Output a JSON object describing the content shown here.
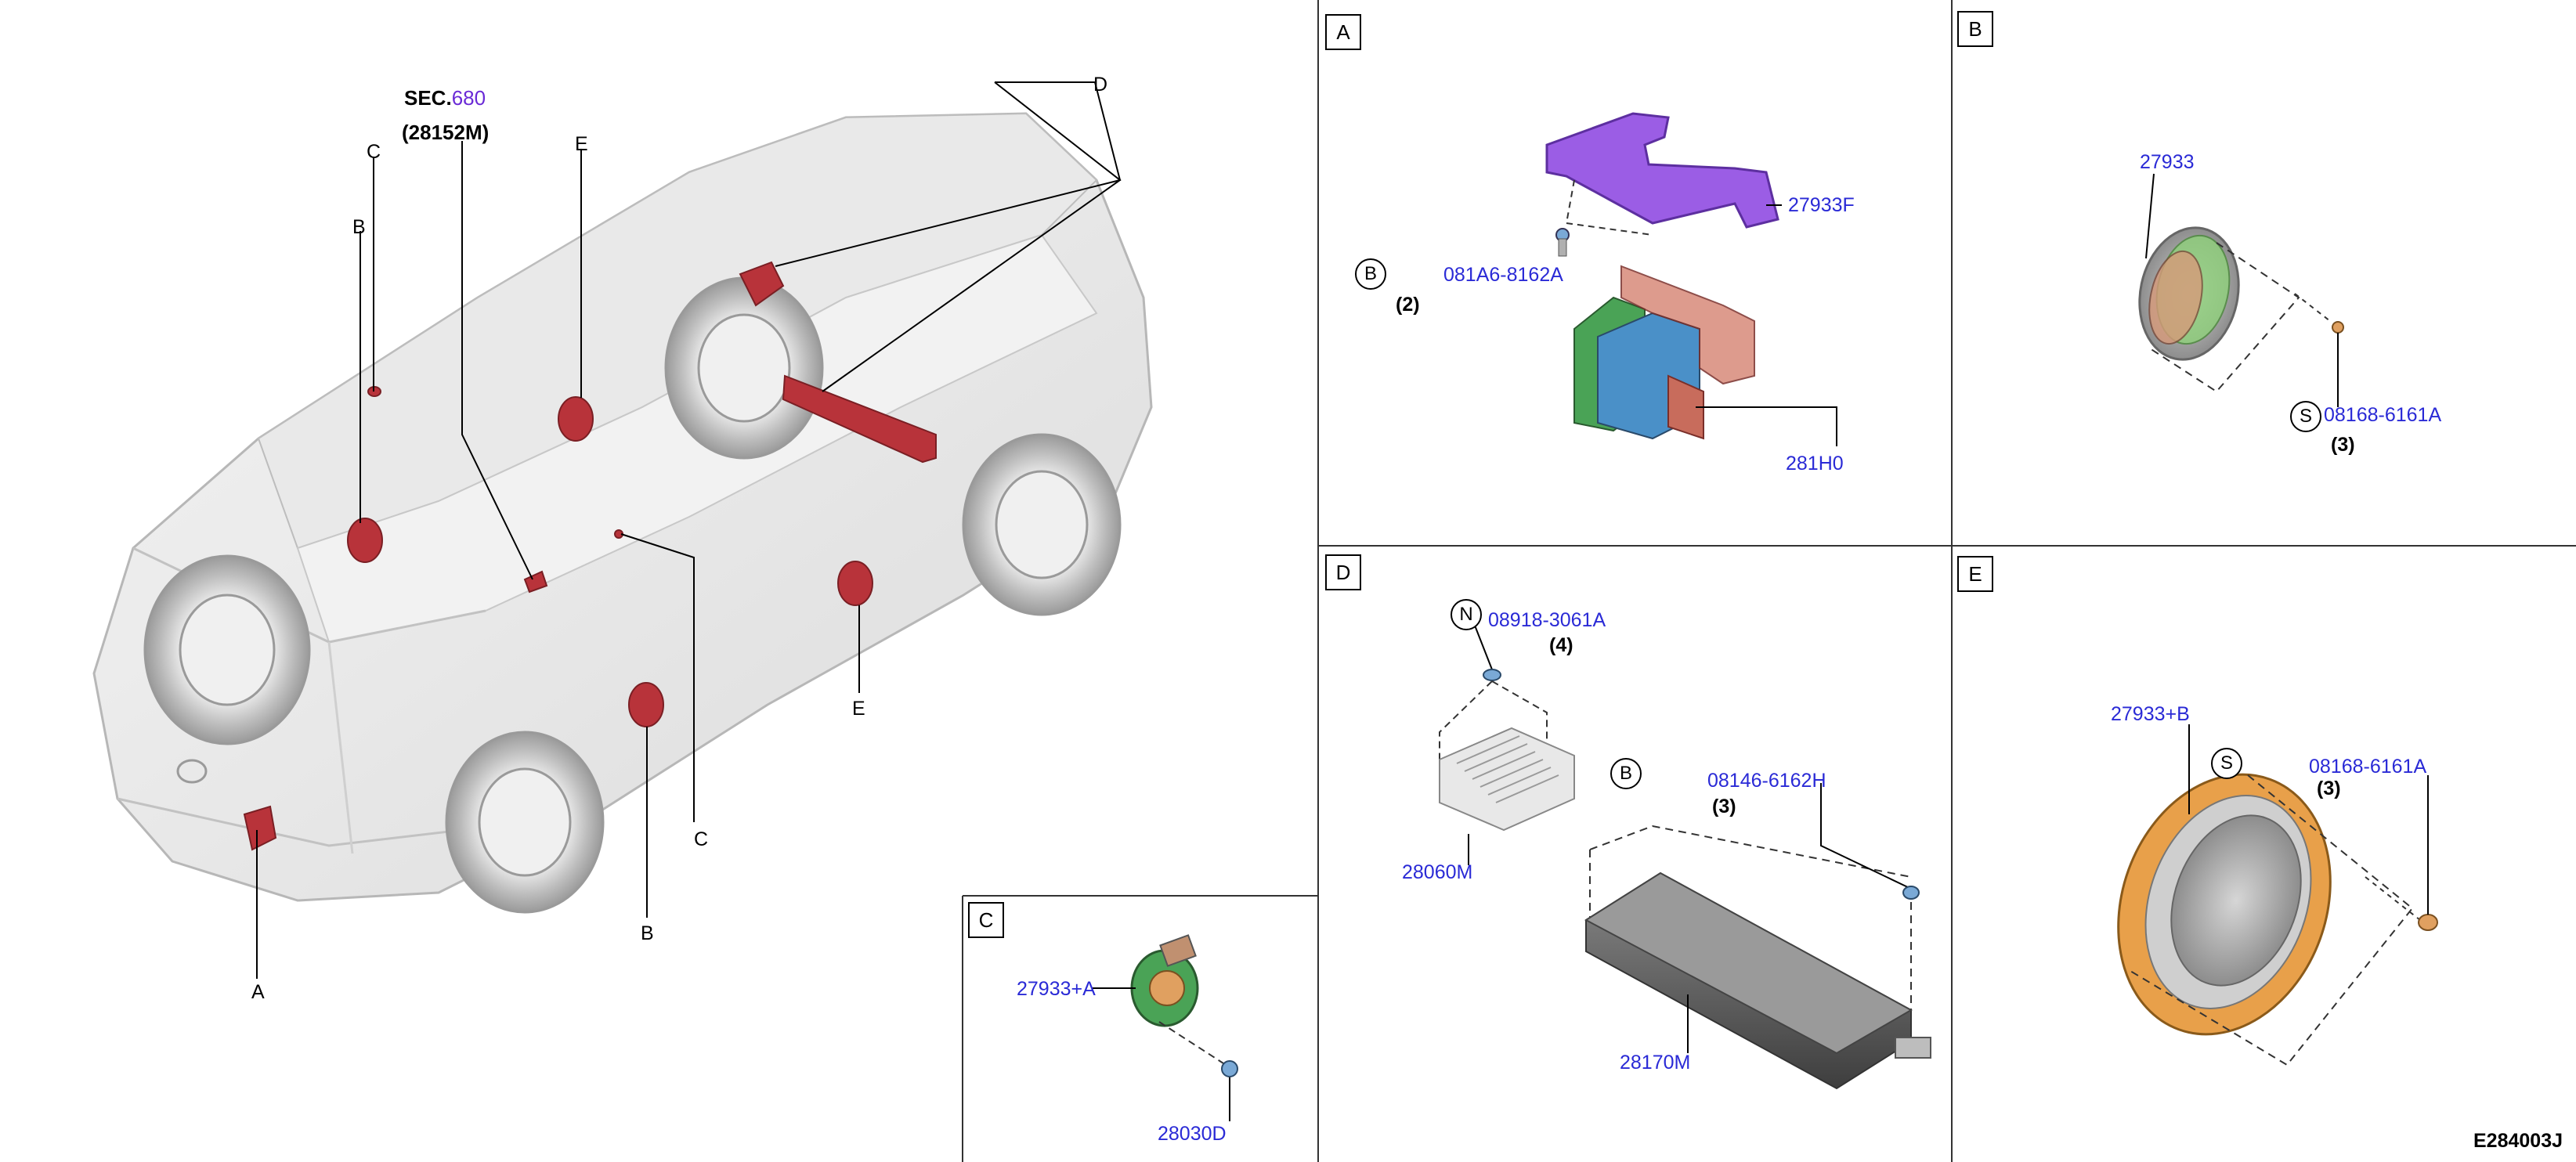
{
  "overview": {
    "sec_prefix": "SEC.",
    "sec_number": "680",
    "sec_ref": "(28152M)",
    "callouts": [
      "A",
      "B",
      "C",
      "D",
      "E",
      "B",
      "C",
      "E"
    ]
  },
  "panel_a": {
    "tag": "A",
    "bracket_part": "27933F",
    "bolt_part": "081A6-8162A",
    "bolt_circle": "B",
    "bolt_qty": "(2)",
    "module_part": "281H0"
  },
  "panel_b": {
    "tag": "B",
    "speaker_part": "27933",
    "screw_circle": "S",
    "screw_part": "08168-6161A",
    "screw_qty": "(3)"
  },
  "panel_c": {
    "tag": "C",
    "sensor_part": "27933+A",
    "clip_part": "28030D"
  },
  "panel_d": {
    "tag": "D",
    "nut_circle": "N",
    "nut_part": "08918-3061A",
    "nut_qty": "(4)",
    "amp_part": "28060M",
    "bolt_circle": "B",
    "bolt_part": "08146-6162H",
    "bolt_qty": "(3)",
    "unit_part": "28170M"
  },
  "panel_e": {
    "tag": "E",
    "speaker_part": "27933+B",
    "screw_circle": "S",
    "screw_part": "08168-6161A",
    "screw_qty": "(3)"
  },
  "diagram_code": "E284003J",
  "colors": {
    "part_number": "#2a2ad6",
    "highlight_red": "#b8333a",
    "bracket_purple": "#9b5de5",
    "speaker_orange": "#e0a060",
    "module_blue": "#4a90c8"
  }
}
